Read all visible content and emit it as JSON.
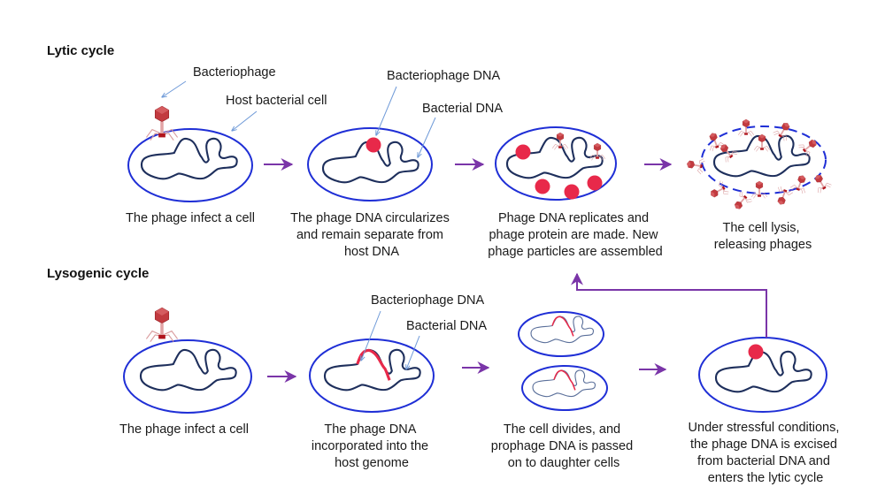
{
  "colors": {
    "cell_membrane": "#1f2fd6",
    "bacterial_dna": "#1e2f5c",
    "phage_dna": "#e8294a",
    "phage_body": "#c23a3f",
    "process_arrow": "#7a35a8",
    "pointer_arrow": "#6f9ad8"
  },
  "lytic": {
    "title": "Lytic cycle",
    "labels": {
      "bacteriophage": "Bacteriophage",
      "host_cell": "Host bacterial cell",
      "phage_dna": "Bacteriophage DNA",
      "bacterial_dna": "Bacterial DNA"
    },
    "steps": [
      {
        "caption": [
          "The phage infect a cell"
        ]
      },
      {
        "caption": [
          "The phage DNA circularizes",
          "and remain separate from",
          "host DNA"
        ]
      },
      {
        "caption": [
          "Phage DNA replicates and",
          "phage protein are made. New",
          "phage particles are assembled"
        ]
      },
      {
        "caption": [
          "The cell lysis,",
          "releasing phages"
        ]
      }
    ]
  },
  "lysogenic": {
    "title": "Lysogenic cycle",
    "labels": {
      "phage_dna": "Bacteriophage DNA",
      "bacterial_dna": "Bacterial DNA"
    },
    "steps": [
      {
        "caption": [
          "The phage infect a cell"
        ]
      },
      {
        "caption": [
          "The phage DNA",
          "incorporated into the",
          "host genome"
        ]
      },
      {
        "caption": [
          "The cell divides, and",
          "prophage DNA is passed",
          "on to daughter cells"
        ]
      },
      {
        "caption": [
          "Under stressful conditions,",
          "the phage DNA is excised",
          "from bacterial DNA and",
          "enters the lytic cycle"
        ]
      }
    ]
  }
}
